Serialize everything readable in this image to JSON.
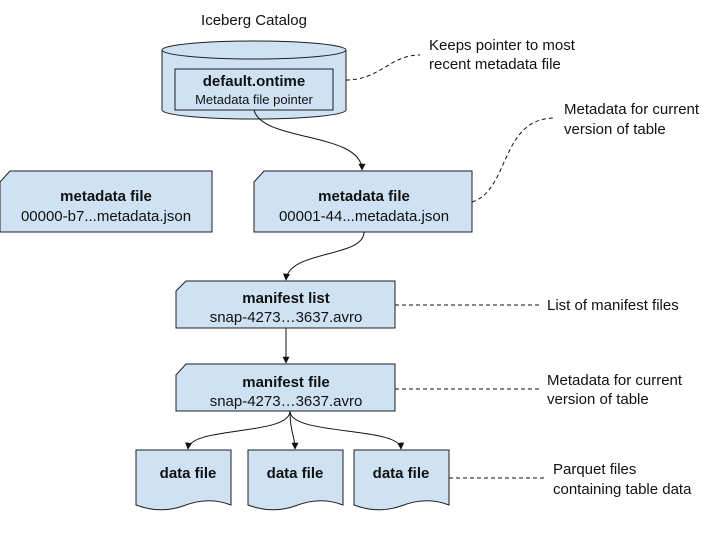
{
  "catalog": {
    "header": "Iceberg Catalog",
    "table_name": "default.ontime",
    "pointer_label": "Metadata file pointer"
  },
  "metadata_files": [
    {
      "title": "metadata file",
      "filename": "00000-b7...metadata.json"
    },
    {
      "title": "metadata file",
      "filename": "00001-44...metadata.json"
    }
  ],
  "manifest_list": {
    "title": "manifest list",
    "filename": "snap-4273…3637.avro"
  },
  "manifest_file": {
    "title": "manifest file",
    "filename": "snap-4273…3637.avro"
  },
  "data_files": [
    {
      "title": "data file"
    },
    {
      "title": "data file"
    },
    {
      "title": "data file"
    }
  ],
  "annotations": {
    "catalog": [
      "Keeps pointer to most",
      "recent metadata file"
    ],
    "metadata": [
      "Metadata for current",
      "version of table"
    ],
    "manifest_list": [
      "List of manifest files"
    ],
    "manifest_file": [
      "Metadata for current",
      "version of table"
    ],
    "data_files": [
      "Parquet files",
      "containing table data"
    ]
  },
  "colors": {
    "fill": "#cfe2f3",
    "stroke": "#1f1f1f"
  }
}
